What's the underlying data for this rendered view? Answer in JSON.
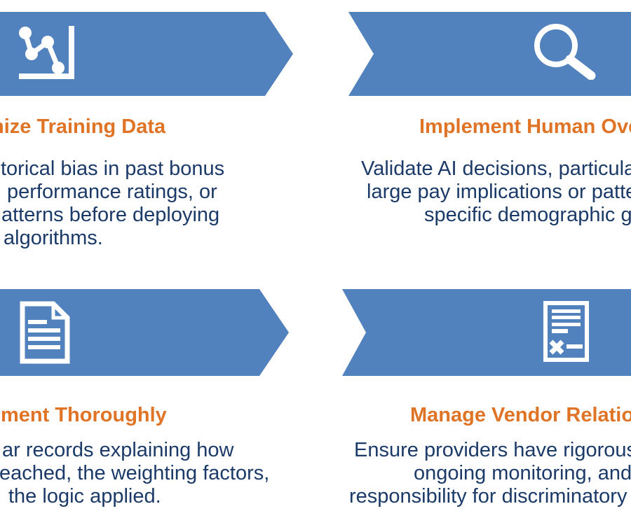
{
  "colors": {
    "banner_blue": "#5282BD",
    "heading_orange": "#DF7426",
    "body_navy": "#1B3A68",
    "icon_white": "#FFFFFF"
  },
  "steps": [
    {
      "icon": "line-chart-icon",
      "title": "nize Training Data",
      "lines": [
        "torical bias in past bonus",
        "performance ratings, or",
        "atterns before deploying",
        "algorithms."
      ]
    },
    {
      "icon": "magnifier-icon",
      "title": "Implement Human Ove",
      "lines": [
        "Validate AI decisions, particula",
        "large pay implications or patte",
        "specific demographic g"
      ]
    },
    {
      "icon": "document-icon",
      "title": "ment Thoroughly",
      "lines": [
        "ar records explaining how",
        "eached, the weighting factors,",
        "the logic applied."
      ]
    },
    {
      "icon": "contract-icon",
      "title": "Manage Vendor Relation",
      "lines": [
        "Ensure providers have rigorous",
        "ongoing monitoring, and",
        "responsibility for discriminatory"
      ]
    }
  ]
}
